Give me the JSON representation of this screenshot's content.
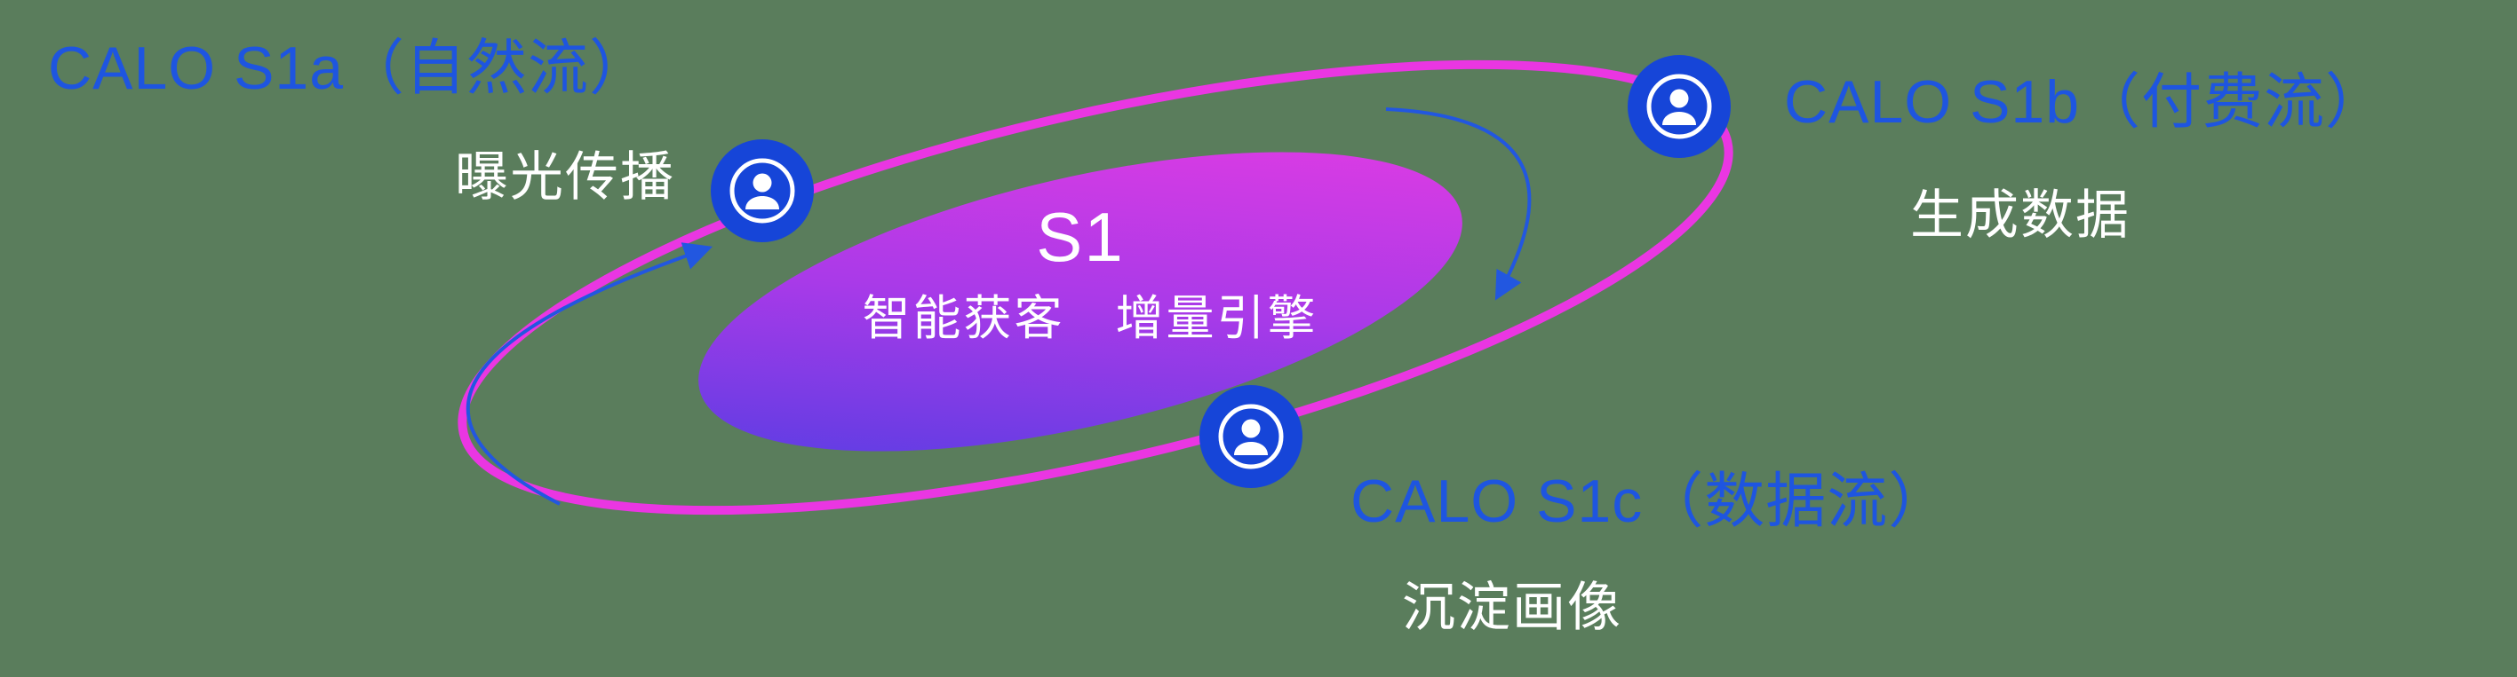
{
  "background_color": "#5a7d5c",
  "colors": {
    "label_blue": "#1e55e0",
    "node_blue": "#1645d8",
    "ring_magenta": "#ea36e2",
    "gradient_start": "#4a3ee2",
    "gradient_mid": "#a93ae8",
    "gradient_end": "#ea3ce2",
    "arrow_blue": "#2257e0",
    "sublabel_white": "#ffffff"
  },
  "center": {
    "title": "S1",
    "subtitle": "智能获客　增量引擎"
  },
  "nodes": [
    {
      "id": "calo-s1a",
      "label": "CALO S1a（自然流）",
      "sublabel": "曝光传播",
      "icon": "user-icon"
    },
    {
      "id": "calo-s1b",
      "label": "CALO S1b（付费流）",
      "sublabel": "生成数据",
      "icon": "user-icon"
    },
    {
      "id": "calo-s1c",
      "label": "CALO S1c（数据流）",
      "sublabel": "沉淀画像",
      "icon": "user-icon"
    }
  ]
}
